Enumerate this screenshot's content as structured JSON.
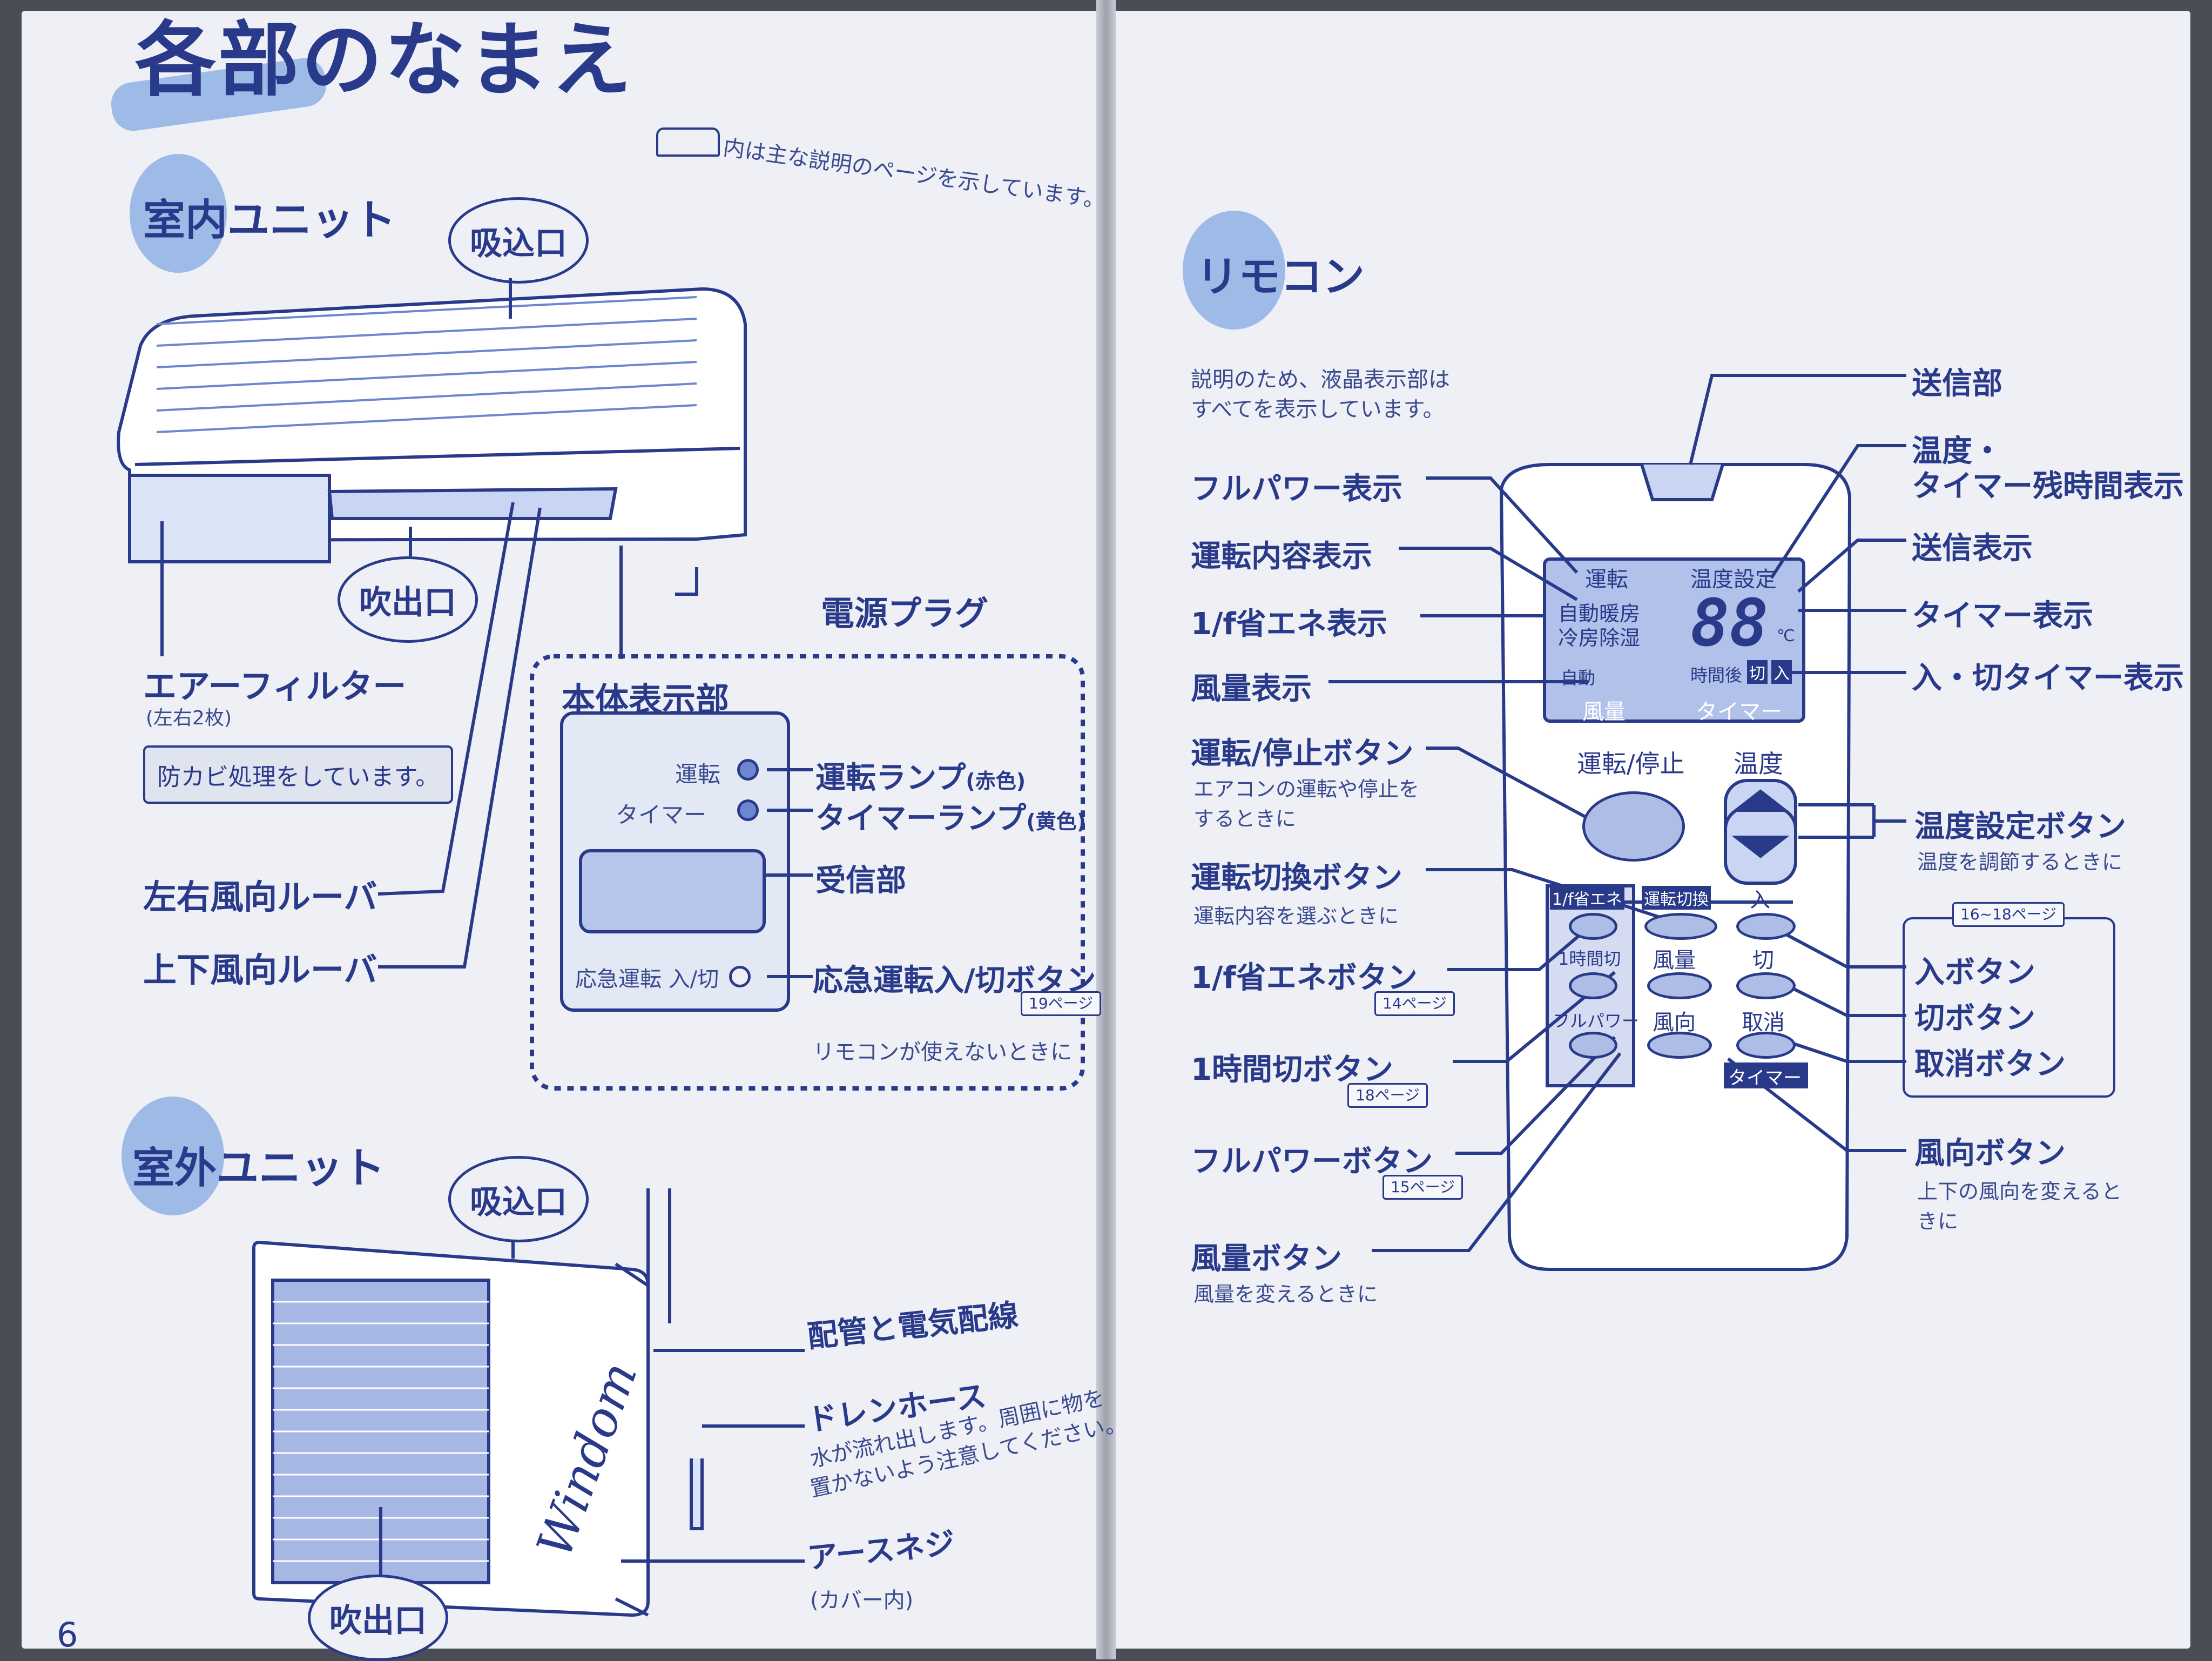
{
  "left_page": {
    "title": "各部のなまえ",
    "legend_note": "内は主な説明のページを示しています。",
    "page_number": "6",
    "indoor": {
      "heading": "室内ユニット",
      "intake": "吸込口",
      "outlet": "吹出口",
      "power_plug": "電源プラグ",
      "air_filter": "エアーフィルター",
      "air_filter_note": "(左右2枚)",
      "mold_note": "防カビ処理をしています。",
      "lr_louver": "左右風向ルーバ",
      "ud_louver": "上下風向ルーバ"
    },
    "display_panel": {
      "heading": "本体表示部",
      "run_text": "運転",
      "timer_text": "タイマー",
      "emergency_text": "応急運転 入/切",
      "run_lamp": "運転ランプ",
      "run_lamp_color": "(赤色)",
      "timer_lamp": "タイマーランプ",
      "timer_lamp_color": "(黄色)",
      "receiver": "受信部",
      "emergency_button": "応急運転入/切ボタン",
      "emergency_ref": "19ページ",
      "emergency_note": "リモコンが使えないときに"
    },
    "outdoor": {
      "heading": "室外ユニット",
      "intake": "吸込口",
      "outlet": "吹出口",
      "brand": "Windom",
      "piping": "配管と電気配線",
      "drain": "ドレンホース",
      "drain_note_1": "水が流れ出します。周囲に物を",
      "drain_note_2": "置かないよう注意してください。",
      "ground_screw": "アースネジ",
      "ground_note": "(カバー内)"
    }
  },
  "right_page": {
    "heading": "リモコン",
    "intro_1": "説明のため、液晶表示部は",
    "intro_2": "すべてを表示しています。",
    "left_labels": {
      "full_power_display": "フルパワー表示",
      "mode_display": "運転内容表示",
      "eco_display": "1/f省エネ表示",
      "fan_display": "風量表示",
      "run_stop_button": "運転/停止ボタン",
      "run_stop_note_1": "エアコンの運転や停止を",
      "run_stop_note_2": "するときに",
      "mode_button": "運転切換ボタン",
      "mode_button_note": "運転内容を選ぶときに",
      "eco_button": "1/f省エネボタン",
      "eco_ref": "14ページ",
      "hour_off_button": "1時間切ボタン",
      "hour_off_ref": "18ページ",
      "full_power_button": "フルパワーボタン",
      "full_power_ref": "15ページ",
      "fan_button": "風量ボタン",
      "fan_button_note": "風量を変えるときに"
    },
    "right_labels": {
      "transmitter": "送信部",
      "temp_timer_display_1": "温度・",
      "temp_timer_display_2": "タイマー残時間表示",
      "send_display": "送信表示",
      "timer_display": "タイマー表示",
      "on_off_timer_display": "入・切タイマー表示",
      "temp_button": "温度設定ボタン",
      "temp_button_note": "温度を調節するときに",
      "timer_ref": "16~18ページ",
      "on_button": "入ボタン",
      "off_button": "切ボタン",
      "cancel_button": "取消ボタン",
      "direction_button": "風向ボタン",
      "direction_note_1": "上下の風向を変えると",
      "direction_note_2": "きに"
    },
    "lcd": {
      "run": "運転",
      "temp_set": "温度設定",
      "auto_heat": "自動暖房",
      "cool_dry": "冷房除湿",
      "digits": "88",
      "unit": "℃",
      "auto": "自動",
      "timer_after": "時間後",
      "on": "入",
      "off": "切",
      "fan": "風量",
      "timer": "タイマー"
    },
    "remote_labels": {
      "run_stop": "運転/停止",
      "temp": "温度",
      "eco": "1/f省エネ",
      "mode_switch": "運転切換",
      "on": "入",
      "one_hour_off": "1時間切",
      "fan": "風量",
      "off": "切",
      "full_power": "フルパワー",
      "direction": "風向",
      "cancel": "取消",
      "timer": "タイマー"
    }
  },
  "colors": {
    "ink": "#2a3a8a",
    "accent": "#8fb0e4",
    "paper": "#eef0f6"
  }
}
